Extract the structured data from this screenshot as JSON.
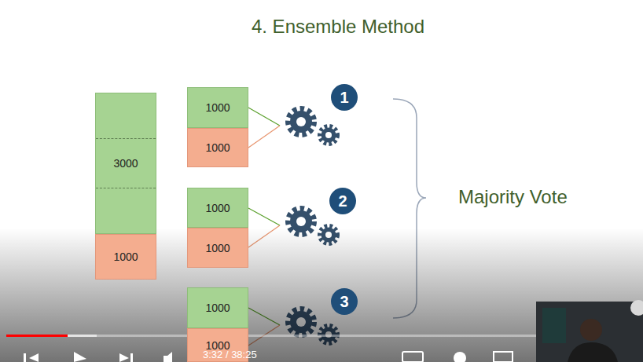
{
  "diagram": {
    "title": "4. Ensemble Method",
    "nodes": [
      {
        "text": [
          "3000"
        ]
      },
      {
        "text": [
          "1000"
        ]
      },
      {
        "text": [
          "1000"
        ]
      },
      {
        "text": [
          "1000"
        ]
      },
      {
        "text": [
          "1"
        ]
      },
      {
        "text": [
          "1000"
        ]
      },
      {
        "text": [
          "1000"
        ]
      },
      {
        "text": [
          "2"
        ]
      },
      {
        "text": [
          "1000"
        ]
      },
      {
        "text": [
          "1000"
        ]
      },
      {
        "text": [
          "3"
        ]
      }
    ],
    "labels": [
      "Majority Vote",
      "3:32 / 38:25"
    ]
  }
}
